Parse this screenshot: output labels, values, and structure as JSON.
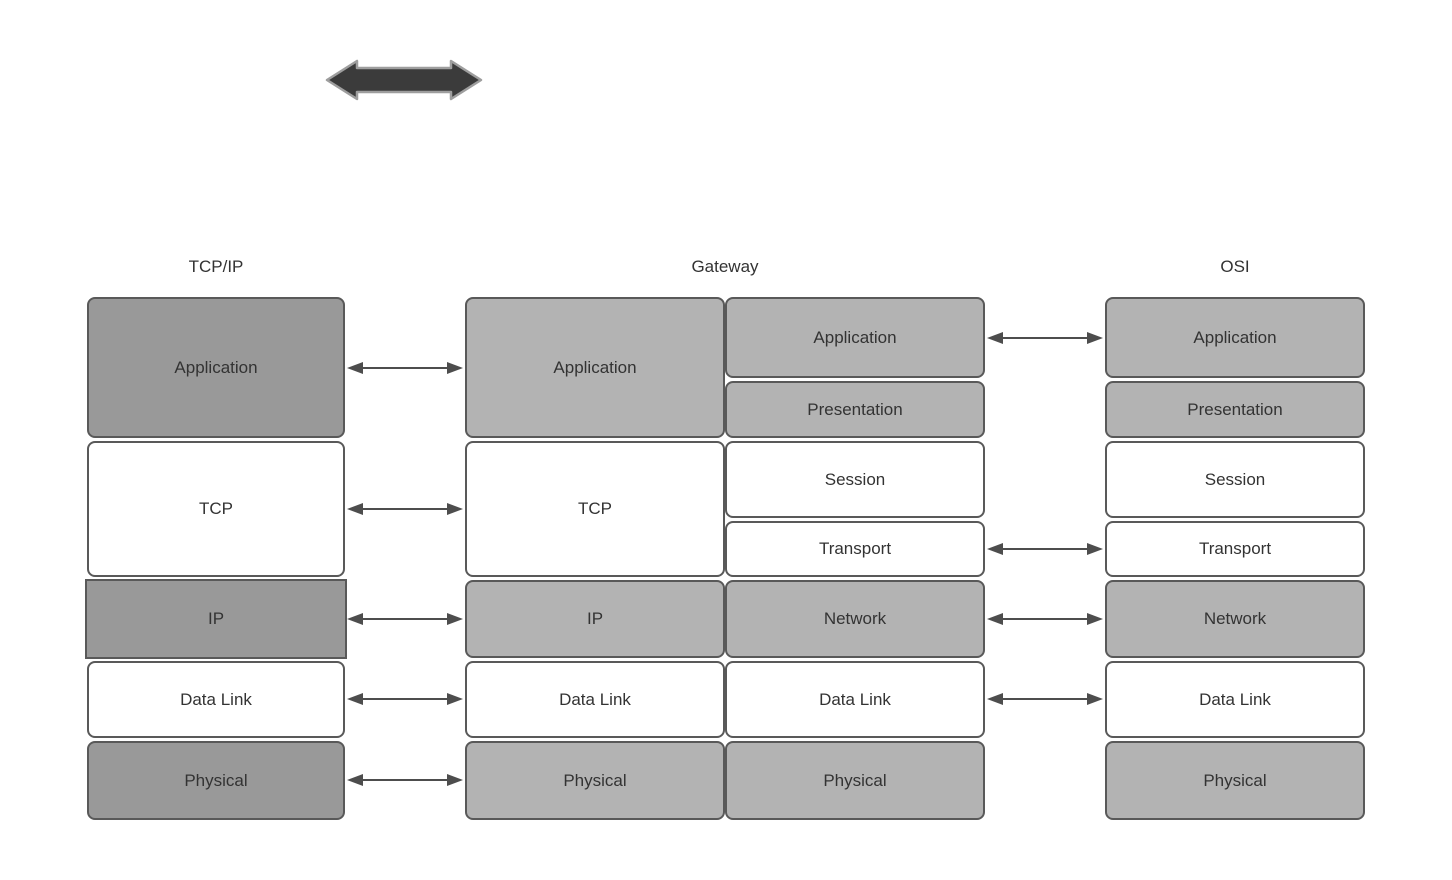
{
  "colors": {
    "dark_gray_fill": "#999999",
    "light_gray_fill": "#b3b3b3",
    "white_fill": "#ffffff",
    "box_border": "#595959",
    "connector_arrow": "#4d4d4d",
    "big_arrow_fill": "#3b3b3b",
    "big_arrow_outline": "#9e9e9e",
    "text": "#333333",
    "background": "#ffffff"
  },
  "tcpip": {
    "header": "TCP/IP",
    "layers": [
      {
        "label": "Application",
        "shade": "dark"
      },
      {
        "label": "TCP",
        "shade": "white"
      },
      {
        "label": "IP",
        "shade": "dark"
      },
      {
        "label": "Data Link",
        "shade": "white"
      },
      {
        "label": "Physical",
        "shade": "dark"
      }
    ]
  },
  "gateway": {
    "header": "Gateway",
    "left_layers": [
      {
        "label": "Application",
        "shade": "light"
      },
      {
        "label": "TCP",
        "shade": "white"
      },
      {
        "label": "IP",
        "shade": "light"
      },
      {
        "label": "Data Link",
        "shade": "white"
      },
      {
        "label": "Physical",
        "shade": "light"
      }
    ],
    "right_layers": [
      {
        "label": "Application",
        "shade": "light"
      },
      {
        "label": "Presentation",
        "shade": "light"
      },
      {
        "label": "Session",
        "shade": "white"
      },
      {
        "label": "Transport",
        "shade": "white"
      },
      {
        "label": "Network",
        "shade": "light"
      },
      {
        "label": "Data Link",
        "shade": "white"
      },
      {
        "label": "Physical",
        "shade": "light"
      }
    ]
  },
  "osi": {
    "header": "OSI",
    "layers": [
      {
        "label": "Application",
        "shade": "light"
      },
      {
        "label": "Presentation",
        "shade": "light"
      },
      {
        "label": "Session",
        "shade": "white"
      },
      {
        "label": "Transport",
        "shade": "white"
      },
      {
        "label": "Network",
        "shade": "light"
      },
      {
        "label": "Data Link",
        "shade": "white"
      },
      {
        "label": "Physical",
        "shade": "light"
      }
    ]
  },
  "connections": {
    "tcpip_gateway": [
      "Application",
      "TCP",
      "IP",
      "Data Link",
      "Physical"
    ],
    "gateway_osi": [
      "Application",
      "Transport",
      "Network",
      "Data Link"
    ]
  }
}
